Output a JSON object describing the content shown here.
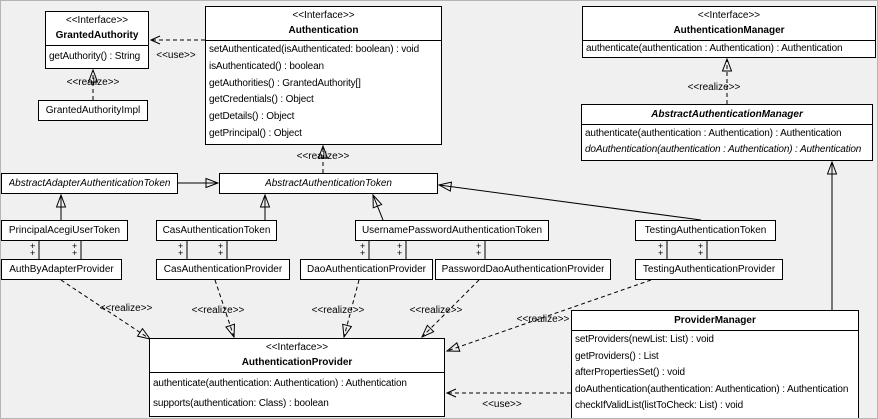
{
  "canvas": {
    "background": "#f0f0f0",
    "box_fill": "#ffffff",
    "line_color": "#000000"
  },
  "edge_labels": {
    "use": "<<use>>",
    "realize": "<<realize>>",
    "plus": "+"
  },
  "classes": {
    "granted_authority": {
      "stereotype": "<<Interface>>",
      "name": "GrantedAuthority",
      "methods": [
        "getAuthority() : String"
      ]
    },
    "granted_authority_impl": {
      "name": "GrantedAuthorityImpl"
    },
    "authentication": {
      "stereotype": "<<Interface>>",
      "name": "Authentication",
      "methods": [
        "setAuthenticated(isAuthenticated: boolean) : void",
        "isAuthenticated() : boolean",
        "getAuthorities() : GrantedAuthority[]",
        "getCredentials() : Object",
        "getDetails() : Object",
        "getPrincipal() : Object"
      ]
    },
    "authentication_manager": {
      "stereotype": "<<Interface>>",
      "name": "AuthenticationManager",
      "methods": [
        "authenticate(authentication : Authentication) : Authentication"
      ]
    },
    "abstract_authentication_manager": {
      "name": "AbstractAuthenticationManager",
      "methods": [
        "authenticate(authentication : Authentication) : Authentication",
        "doAuthentication(authentication : Authentication) : Authentication"
      ]
    },
    "abstract_adapter_authentication_token": {
      "name": "AbstractAdapterAuthenticationToken"
    },
    "abstract_authentication_token": {
      "name": "AbstractAuthenticationToken"
    },
    "principal_acegi_user_token": {
      "name": "PrincipalAcegiUserToken"
    },
    "cas_authentication_token": {
      "name": "CasAuthenticationToken"
    },
    "username_password_authentication_token": {
      "name": "UsernamePasswordAuthenticationToken"
    },
    "testing_authentication_token": {
      "name": "TestingAuthenticationToken"
    },
    "auth_by_adapter_provider": {
      "name": "AuthByAdapterProvider"
    },
    "cas_authentication_provider": {
      "name": "CasAuthenticationProvider"
    },
    "dao_authentication_provider": {
      "name": "DaoAuthenticationProvider"
    },
    "password_dao_authentication_provider": {
      "name": "PasswordDaoAuthenticationProvider"
    },
    "testing_authentication_provider": {
      "name": "TestingAuthenticationProvider"
    },
    "authentication_provider": {
      "stereotype": "<<Interface>>",
      "name": "AuthenticationProvider",
      "methods": [
        "authenticate(authentication: Authentication) : Authentication",
        "supports(authentication: Class) : boolean"
      ]
    },
    "provider_manager": {
      "name": "ProviderManager",
      "methods": [
        "setProviders(newList: List) : void",
        "getProviders() : List",
        "afterPropertiesSet() : void",
        "doAuthentication(authentication: Authentication) : Authentication",
        "checkIfValidList(listToCheck: List) : void"
      ]
    }
  }
}
